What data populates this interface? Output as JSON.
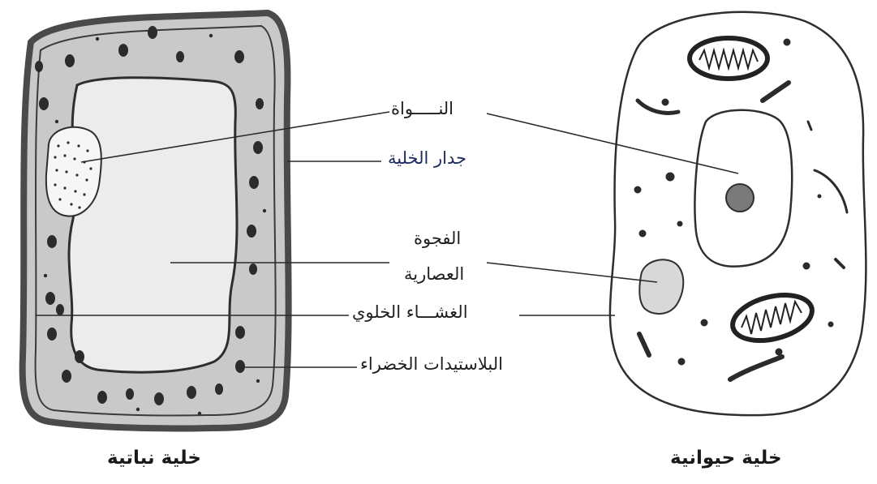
{
  "labels": {
    "nucleus": "النـــــواة",
    "cell_wall": "جدار الخلية",
    "vacuole_line1": "الفجوة",
    "vacuole_line2": "العصارية",
    "cell_membrane": "الغشـــاء الخلوي",
    "chloroplasts": "البلاستيدات الخضراء"
  },
  "captions": {
    "plant_cell": "خلية نباتية",
    "animal_cell": "خلية حيوانية"
  },
  "colors": {
    "wall": "#4a4a4a",
    "cytoplasm": "#c9c9c9",
    "vacuole": "#ececec",
    "organelle": "#2b2b2b",
    "nucleolus": "#7a7a7a"
  }
}
